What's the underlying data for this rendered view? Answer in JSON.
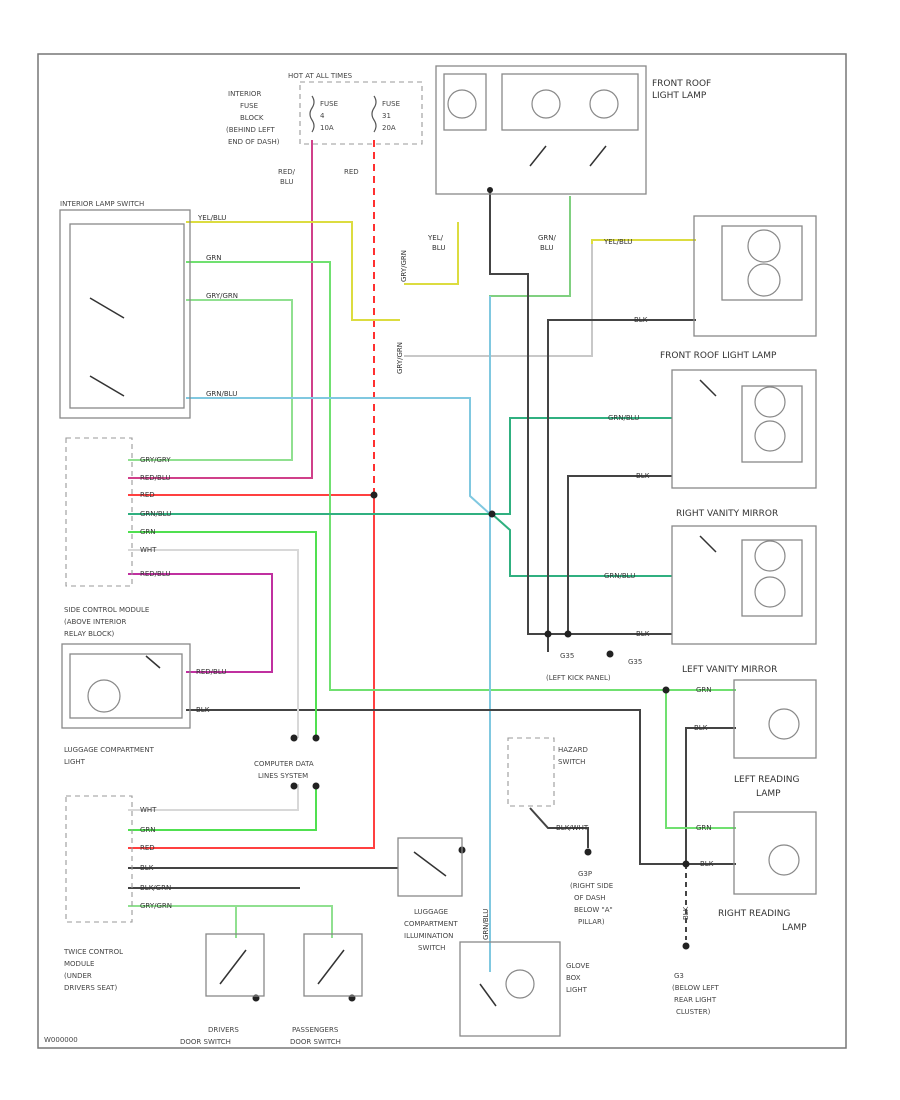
{
  "fuse_block": {
    "header": "HOT AT ALL TIMES",
    "label": [
      "INTERIOR",
      "FUSE",
      "BLOCK",
      "(BEHIND LEFT",
      "END OF DASH)"
    ],
    "fuse_a": [
      "FUSE",
      "4",
      "10A"
    ],
    "fuse_b": [
      "FUSE",
      "31",
      "20A"
    ],
    "wire_red_blu": [
      "RED/",
      "BLU"
    ],
    "wire_red": "RED"
  },
  "components": {
    "front_roof_light_1": [
      "FRONT ROOF",
      "LIGHT LAMP"
    ],
    "front_roof_light_2": "FRONT ROOF LIGHT LAMP",
    "right_vanity": "RIGHT VANITY MIRROR",
    "left_vanity": "LEFT VANITY MIRROR",
    "left_reading": [
      "LEFT READING",
      "LAMP"
    ],
    "right_reading": [
      "RIGHT READING",
      "LAMP"
    ],
    "interior_switch": "INTERIOR LAMP SWITCH",
    "side_control_module": [
      "SIDE CONTROL MODULE",
      "(ABOVE INTERIOR",
      "RELAY BLOCK)"
    ],
    "luggage_light": [
      "LUGGAGE COMPARTMENT",
      "LIGHT"
    ],
    "computer_data": [
      "COMPUTER DATA",
      "LINES SYSTEM"
    ],
    "hazard_switch": [
      "HAZARD",
      "SWITCH"
    ],
    "luggage_switch": [
      "LUGGAGE",
      "COMPARTMENT",
      "ILLUMINATION",
      "SWITCH"
    ],
    "glove_box": [
      "GLOVE",
      "BOX",
      "LIGHT"
    ],
    "twice_module": [
      "TWICE CONTROL",
      "MODULE",
      "(UNDER",
      "DRIVERS SEAT)"
    ],
    "drivers_door": [
      "DRIVERS",
      "DOOR SWITCH"
    ],
    "passengers_door": [
      "PASSENGERS",
      "DOOR SWITCH"
    ],
    "ground_g35": [
      "G35",
      "(LEFT KICK PANEL)"
    ],
    "ground_g3p": [
      "G3P",
      "(RIGHT SIDE",
      "OF DASH",
      "BELOW \"A\"",
      "PILLAR)"
    ],
    "ground_g3": [
      "G3",
      "(BELOW LEFT",
      "REAR LIGHT",
      "CLUSTER)"
    ],
    "ground_tag_g35": "G35",
    "ground_wire_blk": "BLK",
    "diagram_id": "W000000"
  },
  "wires": {
    "yel_blu": "YEL/BLU",
    "grn": "GRN",
    "gry_grn": "GRY/GRN",
    "grn_blu": "GRN/BLU",
    "blk": "BLK",
    "yel_blu_stack": [
      "YEL/",
      "BLU"
    ],
    "grn_blu_stack": [
      "GRN/",
      "BLU"
    ],
    "gry_grn_vert": "GRY/GRN",
    "gry_grn_vert2": "GRY/GRN",
    "sc_module": [
      "GRY/GRY",
      "RED/BLU",
      "RED",
      "GRN/BLU",
      "GRN",
      "WHT",
      "RED/BLU"
    ],
    "luggage_light_wires": [
      "RED/BLU",
      "BLK"
    ],
    "twice": [
      "WHT",
      "GRN",
      "RED",
      "BLK",
      "BLK/GRN",
      "GRY/GRN"
    ],
    "grn_blu_vert": "GRN/BLU",
    "hazard_blk": "BLK/WHT"
  }
}
